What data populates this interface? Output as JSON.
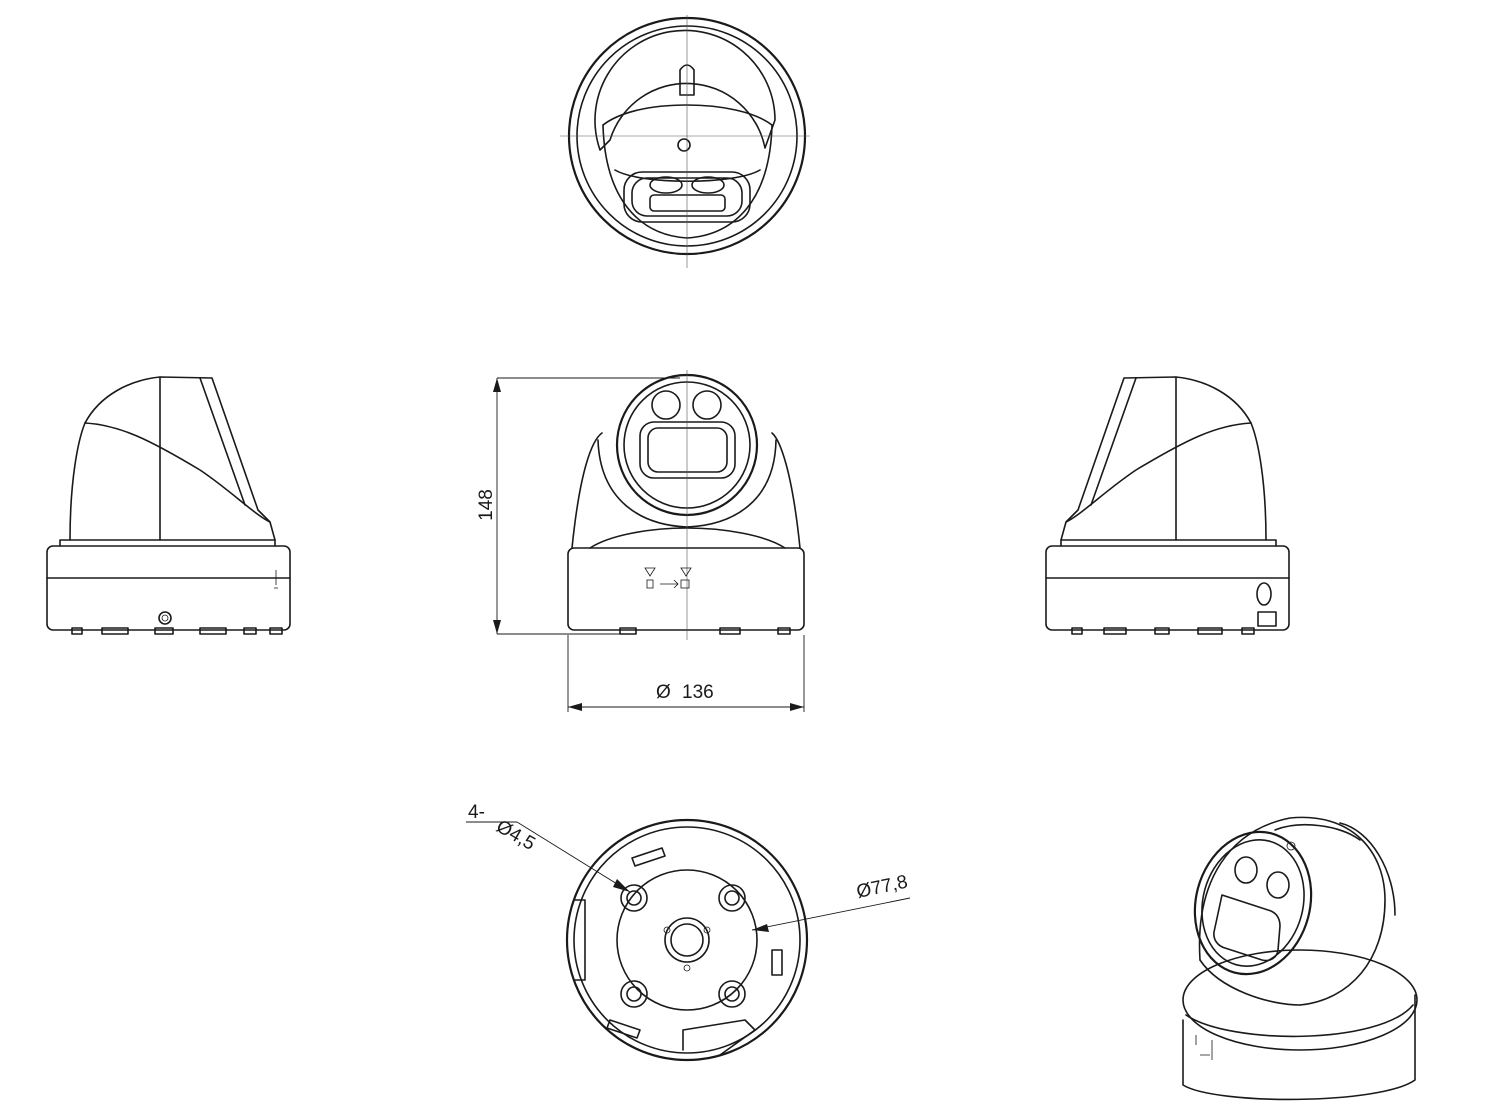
{
  "dimensions": {
    "height": "148",
    "diameter": "136",
    "diameter_symbol": "Ø",
    "holes_count": "4-",
    "holes_diameter": "Ø4,5",
    "base_circle": "Ø77,8"
  }
}
